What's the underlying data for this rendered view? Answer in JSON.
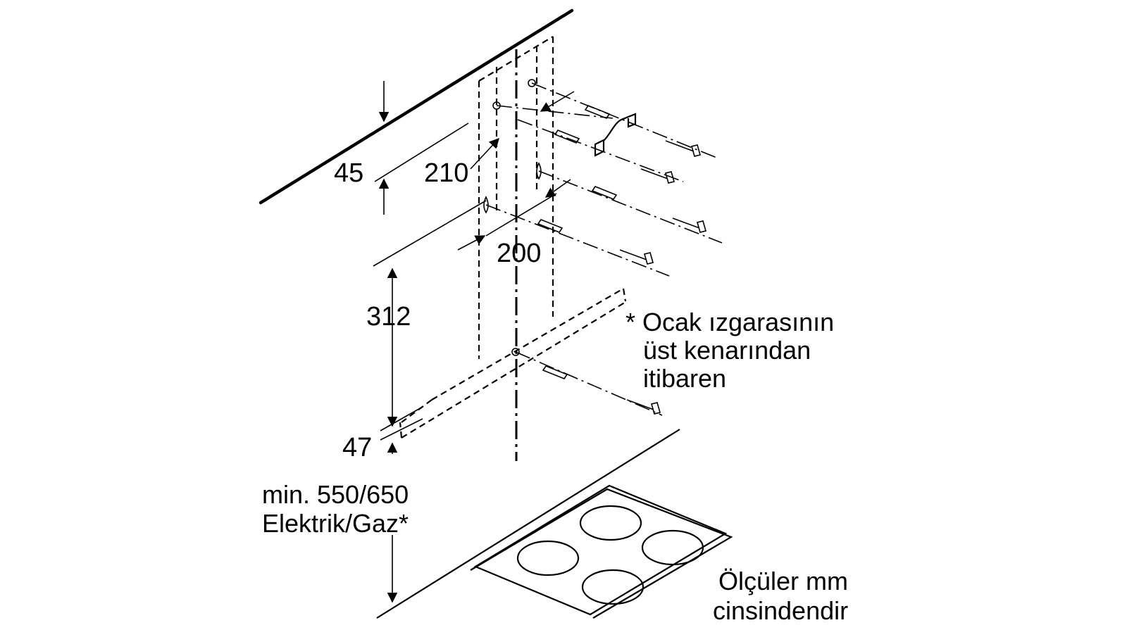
{
  "dimensions": {
    "d45": "45",
    "d210": "210",
    "d200": "200",
    "d312": "312",
    "d47": "47"
  },
  "min_height": {
    "line1": "min. 550/650",
    "line2": "Elektrik/Gaz*"
  },
  "footnote": {
    "line1": "* Ocak ızgarasının",
    "line2": "üst kenarından",
    "line3": "itibaren"
  },
  "units_note": {
    "line1": "Ölçüler mm",
    "line2": "cinsindendir"
  }
}
